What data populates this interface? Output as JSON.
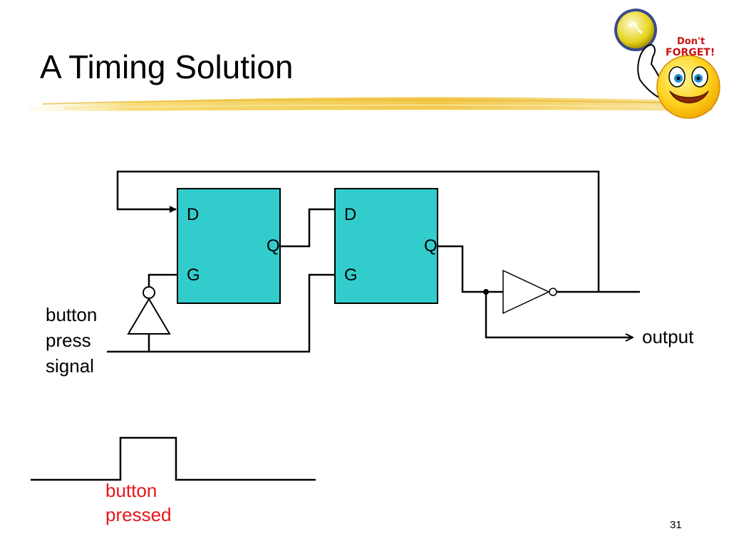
{
  "slide": {
    "title": "A Timing Solution",
    "page_number": "31",
    "colors": {
      "latch_fill": "#33cccc",
      "annotation": "#e8141b",
      "title_swoosh": "#f2c94c"
    }
  },
  "sticker": {
    "icon": "dont-forget-smiley-icon",
    "line1": "Don't",
    "line2": "FORGET!"
  },
  "circuit": {
    "latch1": {
      "d_label": "D",
      "q_label": "Q",
      "g_label": "G"
    },
    "latch2": {
      "d_label": "D",
      "q_label": "Q",
      "g_label": "G"
    },
    "input_label": [
      "button",
      "press",
      "signal"
    ],
    "output_label": "output"
  },
  "waveform": {
    "annotation": [
      "button",
      "pressed"
    ]
  }
}
